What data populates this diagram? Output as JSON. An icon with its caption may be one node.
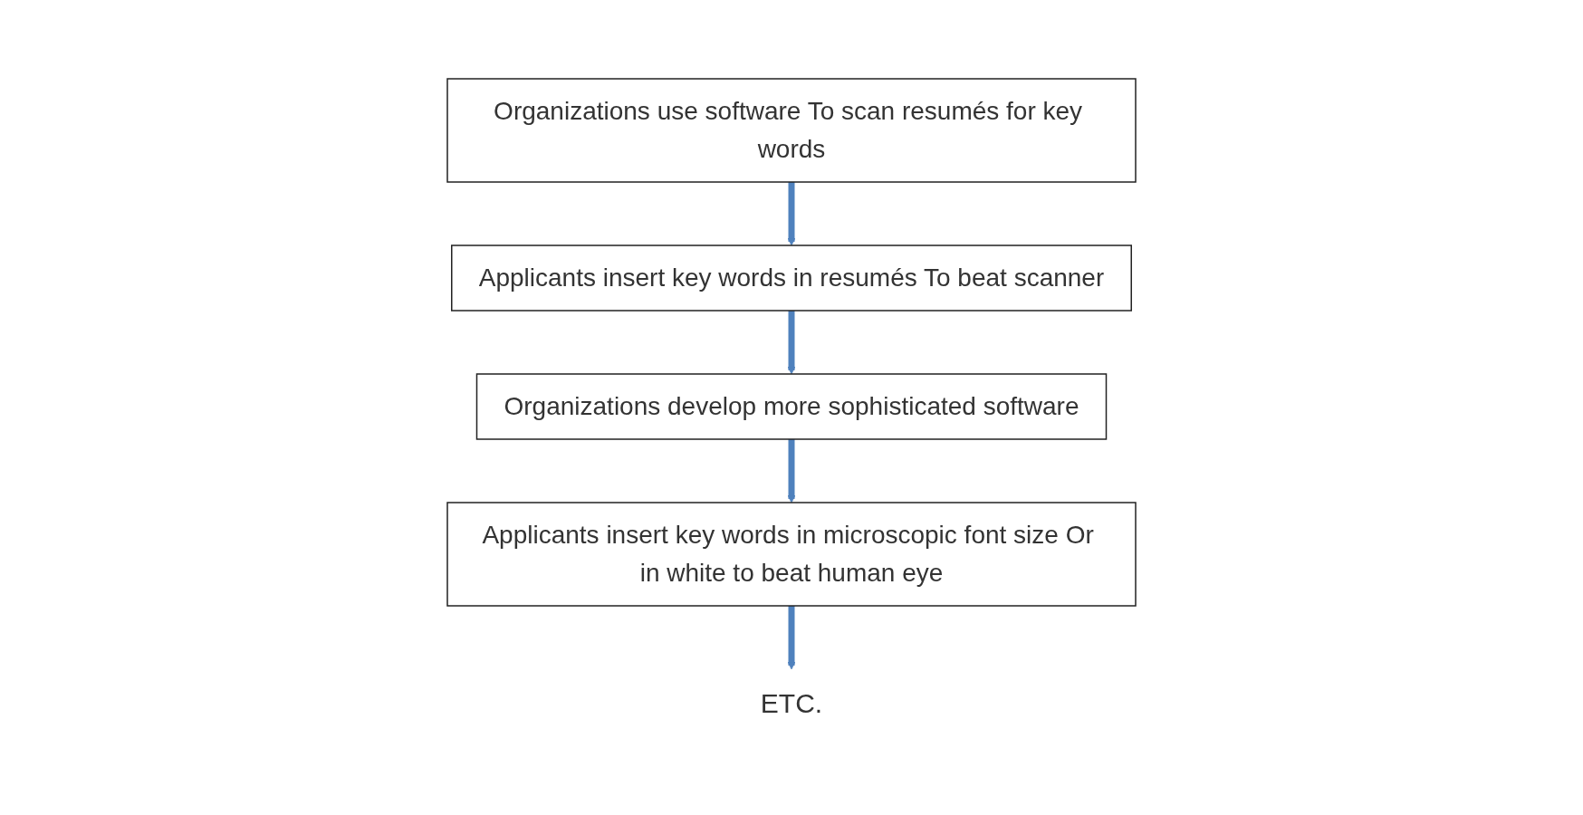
{
  "diagram": {
    "nodes": [
      {
        "text": [
          "ETC."
        ]
      },
      {
        "text": [
          "Organizations develop more sophisticated software"
        ]
      },
      {
        "text": [
          "Organizations use software To scan resumés for key words"
        ]
      },
      {
        "text": [
          "Applicants insert key words in resumés To beat scanner"
        ]
      },
      {
        "text": [
          "Applicants insert key words in microscopic font size Or in white to beat human eye"
        ]
      }
    ],
    "edges": [
      {
        "from": 2,
        "to": 3,
        "arrow": "to"
      },
      {
        "from": 3,
        "to": 1,
        "arrow": "to"
      },
      {
        "from": 1,
        "to": 4,
        "arrow": "to"
      },
      {
        "from": 4,
        "to": 0,
        "arrow": "to"
      }
    ]
  }
}
